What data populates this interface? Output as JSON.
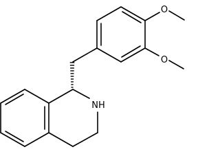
{
  "molecule": {
    "atom_labels": {
      "nh": "NH",
      "o_upper": "O",
      "o_lower": "O"
    },
    "colors": {
      "bond": "#000000",
      "background": "#ffffff"
    }
  }
}
